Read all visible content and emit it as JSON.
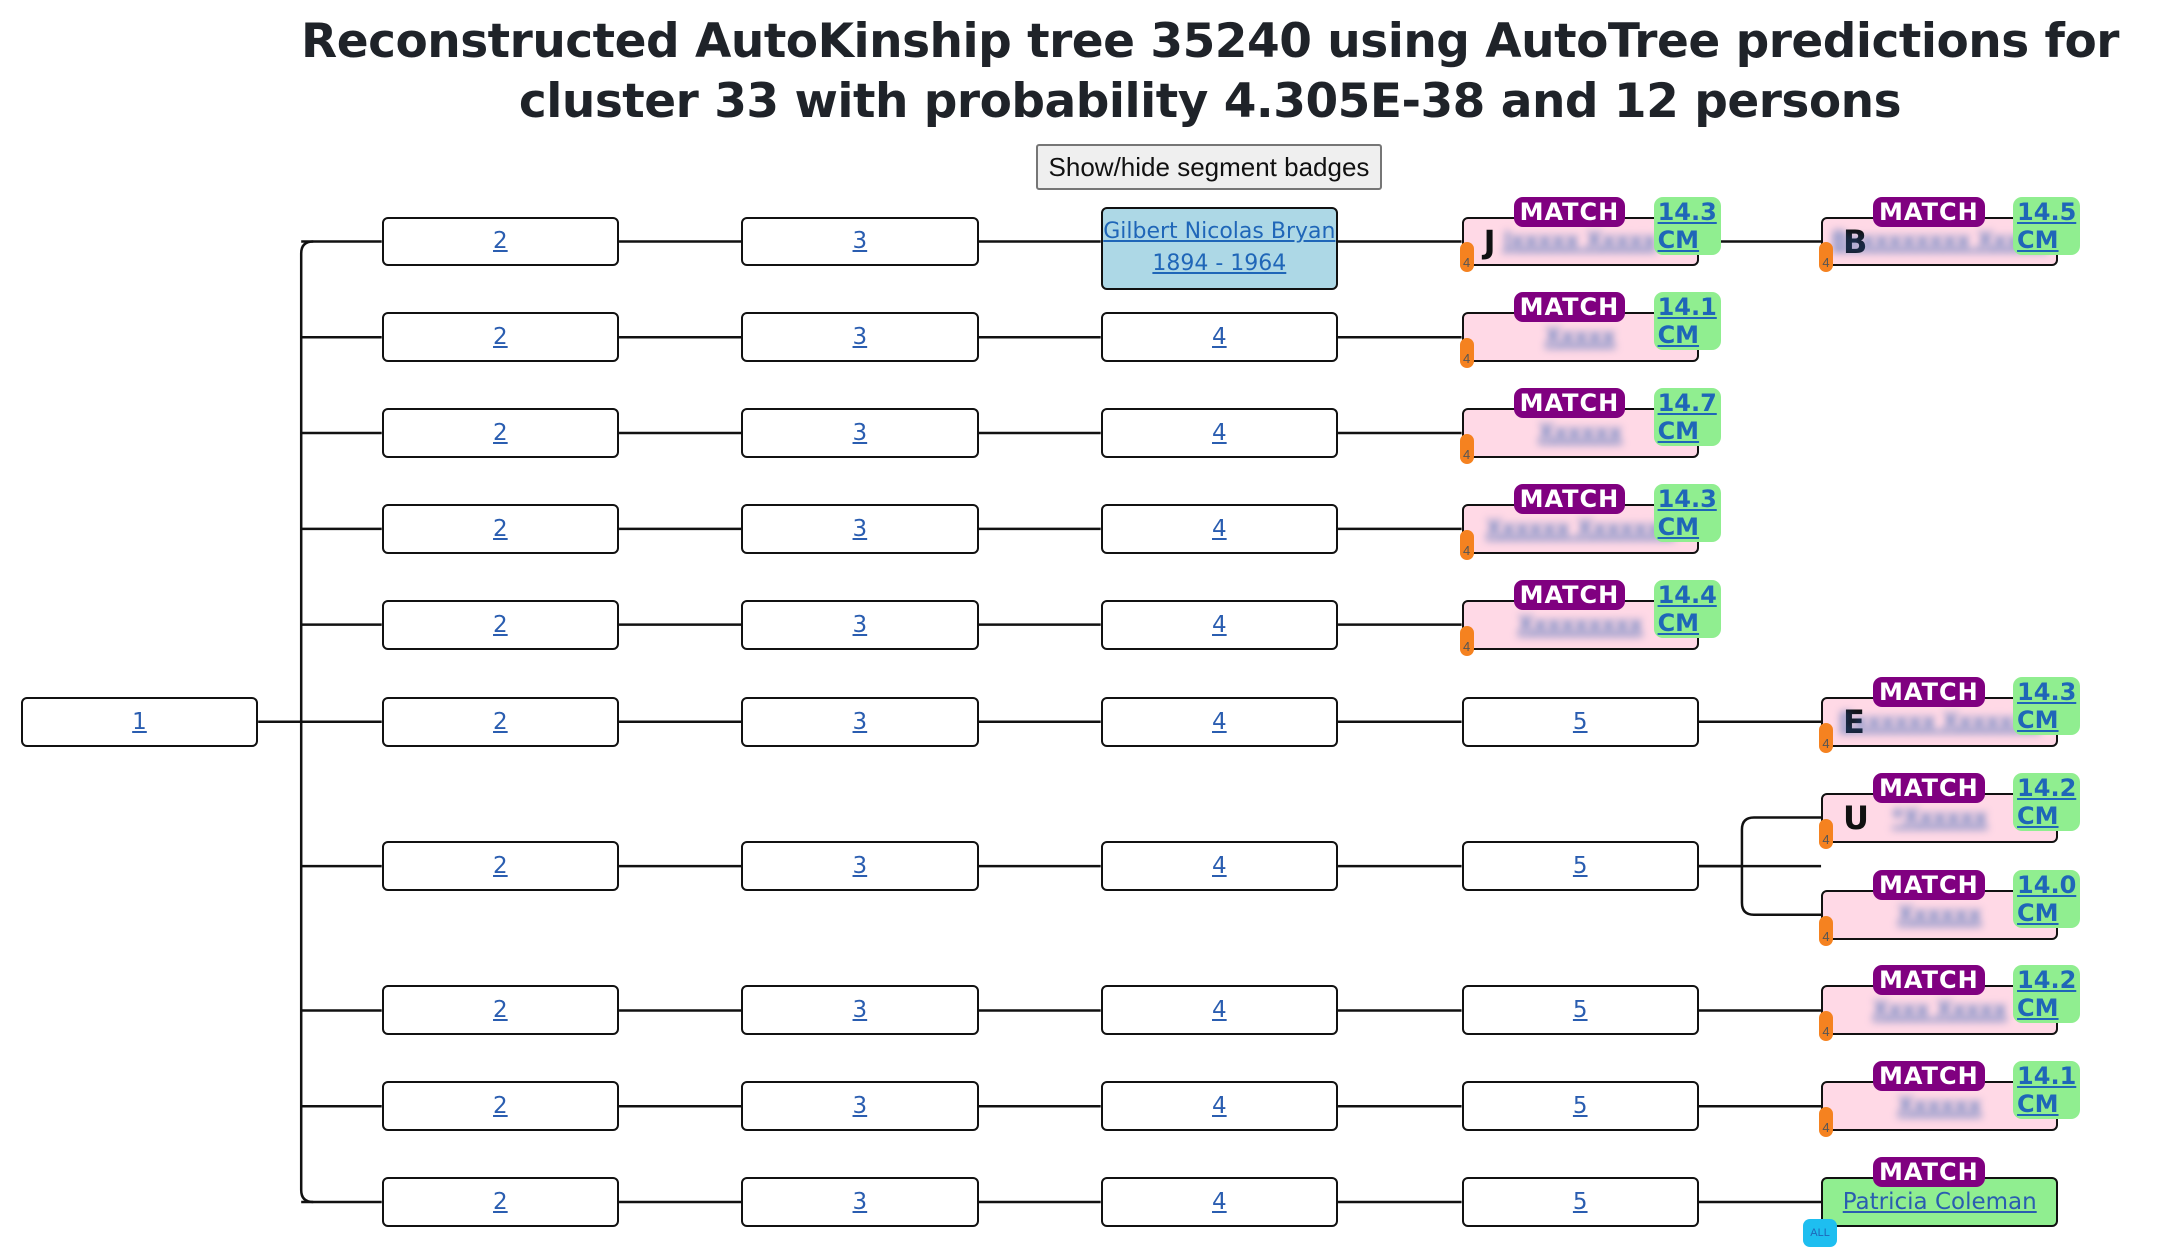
{
  "title": "Reconstructed AutoKinship tree 35240 using AutoTree predictions for cluster 33 with probability 4.305E-38 and 12 persons",
  "toggle_button": "Show/hide segment badges",
  "colors": {
    "person": "#add8e6",
    "match": "#ffd9e6",
    "target": "#90ee90",
    "match_badge": "#800080",
    "cm_badge": "#90ee90",
    "segment_badge": "#f58220",
    "all_badge": "#1ebef0"
  },
  "root": "1",
  "rows": [
    {
      "chain": [
        "2",
        "3"
      ],
      "person": {
        "name": "Gilbert Nicolas Bryan",
        "years": "1894 - 1964"
      },
      "matches": [
        {
          "letter": "J",
          "label": "MATCH",
          "cm": "14.3 CM",
          "name": "Jxxxxx Xxxxx",
          "seg": "4"
        },
        {
          "letter": "B",
          "label": "MATCH",
          "cm": "14.5 CM",
          "name": "Bxxxxxxxxx Xxxxx",
          "seg": "4"
        }
      ]
    },
    {
      "chain": [
        "2",
        "3",
        "4"
      ],
      "matches": [
        {
          "letter": "",
          "label": "MATCH",
          "cm": "14.1 CM",
          "name": "Xxxxx",
          "seg": "4"
        }
      ]
    },
    {
      "chain": [
        "2",
        "3",
        "4"
      ],
      "matches": [
        {
          "letter": "",
          "label": "MATCH",
          "cm": "14.7 CM",
          "name": "Xxxxxx",
          "seg": "4"
        }
      ]
    },
    {
      "chain": [
        "2",
        "3",
        "4"
      ],
      "matches": [
        {
          "letter": "",
          "label": "MATCH",
          "cm": "14.3 CM",
          "name": "Xxxxxx Xxxxxxx",
          "seg": "4"
        }
      ]
    },
    {
      "chain": [
        "2",
        "3",
        "4"
      ],
      "matches": [
        {
          "letter": "",
          "label": "MATCH",
          "cm": "14.4 CM",
          "name": "Xxxxxxxxx",
          "seg": "4"
        }
      ]
    },
    {
      "chain": [
        "2",
        "3",
        "4",
        "5"
      ],
      "matches": [
        {
          "letter": "E",
          "label": "MATCH",
          "cm": "14.3 CM",
          "name": "Exxxxxx Xxxxxxx",
          "seg": "4"
        }
      ]
    },
    {
      "chain": [
        "2",
        "3",
        "4",
        "5"
      ],
      "matches": [
        {
          "letter": "U",
          "label": "MATCH",
          "cm": "14.2 CM",
          "name": "*Xxxxxx",
          "seg": "4"
        },
        {
          "letter": "",
          "label": "MATCH",
          "cm": "14.0 CM",
          "name": "Xxxxxx",
          "seg": "4"
        }
      ]
    },
    {
      "chain": [
        "2",
        "3",
        "4",
        "5"
      ],
      "matches": [
        {
          "letter": "",
          "label": "MATCH",
          "cm": "14.2 CM",
          "name": "Xxxx Xxxxx",
          "seg": "4"
        }
      ]
    },
    {
      "chain": [
        "2",
        "3",
        "4",
        "5"
      ],
      "matches": [
        {
          "letter": "",
          "label": "MATCH",
          "cm": "14.1 CM",
          "name": "Xxxxxx",
          "seg": "4"
        }
      ]
    },
    {
      "chain": [
        "2",
        "3",
        "4",
        "5"
      ],
      "matches": [
        {
          "letter": "",
          "label": "MATCH",
          "cm": "",
          "name": "Patricia Coleman",
          "seg": "ALL",
          "target": true
        }
      ]
    }
  ]
}
